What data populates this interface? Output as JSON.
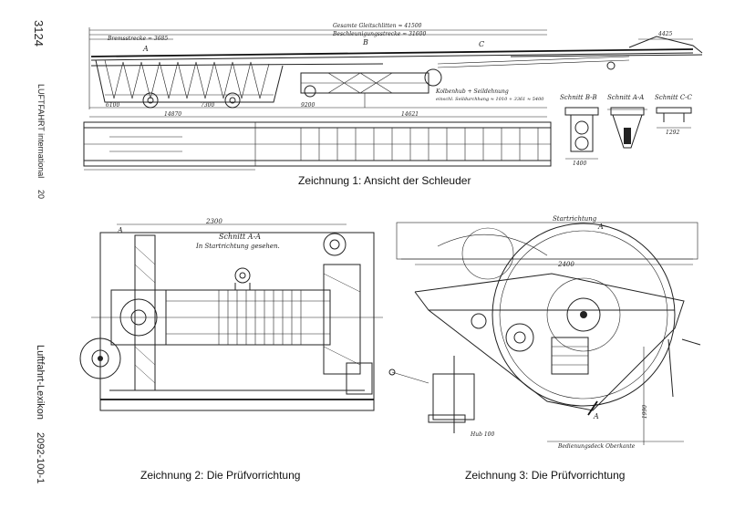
{
  "margin": {
    "page_number": "3124",
    "journal": "LUFTFAHRT international",
    "issue": "20",
    "lexicon": "Luftfahrt-Lexikon",
    "code": "2092-100-1"
  },
  "drawing1": {
    "caption": "Zeichnung 1:  Ansicht der Schleuder",
    "labels": {
      "total_length": "Gesamte Gleitschlitten ≈ 41500",
      "accel_length": "Beschleunigungsstrecke ≈ 31600",
      "brake_length": "Bremsstrecke ≈ 3685",
      "right_dim": "4425",
      "piston_note_1": "Kolbenhub + Seildehnung",
      "piston_note_2": "einschl. Seildurchhang ≈ 1010 + 3361 ≈ 5400",
      "dim_a": "6100",
      "dim_b": "7300",
      "dim_c": "9200",
      "dim_d": "14870",
      "dim_e": "14621",
      "section_bb": "Schnitt B-B",
      "section_aa": "Schnitt A-A",
      "section_cc": "Schnitt C-C",
      "bottom_w1": "1400",
      "bottom_w2": "1292",
      "mark_a": "A",
      "mark_b": "B",
      "mark_c": "C"
    }
  },
  "drawing2": {
    "caption": "Zeichnung 2:  Die Prüfvorrichtung",
    "labels": {
      "width": "2300",
      "section_title": "Schnitt A-A",
      "section_sub": "In Startrichtung gesehen.",
      "mark_a": "A"
    }
  },
  "drawing3": {
    "caption": "Zeichnung 3:  Die Prüfvorrichtung",
    "labels": {
      "start_dir": "Startrichtung",
      "width": "2400",
      "hub": "Hub 100",
      "ground": "Bedienungsdeck Oberkante",
      "height": "1990",
      "mark_a": "A"
    }
  }
}
